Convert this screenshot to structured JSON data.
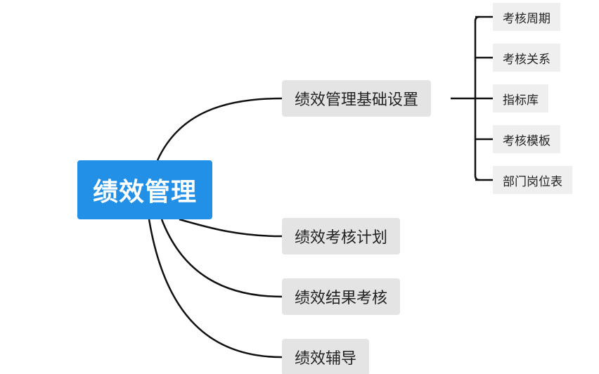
{
  "root": {
    "label": "绩效管理",
    "color": "#2390e8"
  },
  "branches": [
    {
      "label": "绩效管理基础设置",
      "children": [
        "考核周期",
        "考核关系",
        "指标库",
        "考核模板",
        "部门岗位表"
      ]
    },
    {
      "label": "绩效考核计划",
      "children": []
    },
    {
      "label": "绩效结果考核",
      "children": []
    },
    {
      "label": "绩效辅导",
      "children": []
    }
  ]
}
